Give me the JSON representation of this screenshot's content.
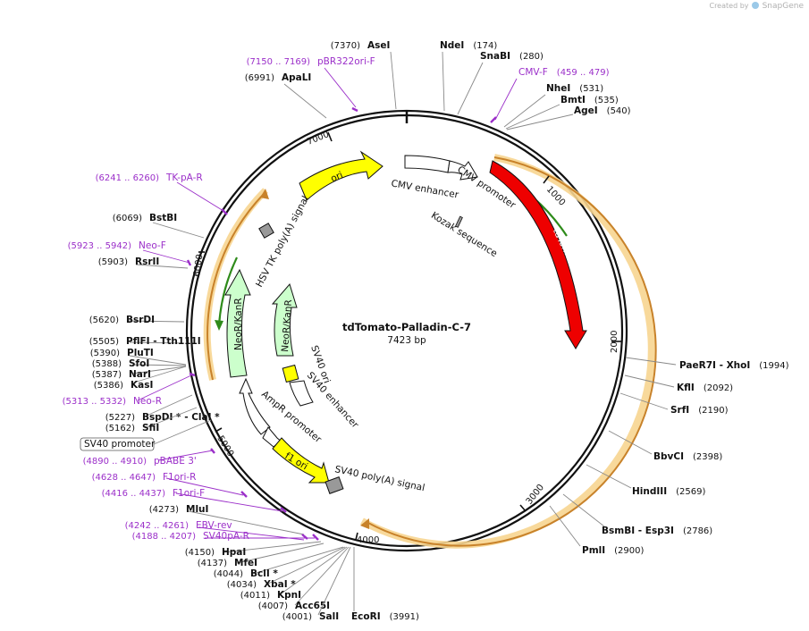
{
  "watermark": {
    "prefix": "Created by",
    "brand": "SnapGene"
  },
  "plasmid": {
    "name": "tdTomato-Palladin-C-7",
    "length_label": "7423 bp"
  },
  "ticks": [
    {
      "label": "1000"
    },
    {
      "label": "2000"
    },
    {
      "label": "3000"
    },
    {
      "label": "4000"
    },
    {
      "label": "5000"
    },
    {
      "label": "6000"
    },
    {
      "label": "7000"
    }
  ],
  "sites": [
    {
      "name": "AseI",
      "pos": "(7370)"
    },
    {
      "name": "NdeI",
      "pos": "(174)"
    },
    {
      "name": "SnaBI",
      "pos": "(280)"
    },
    {
      "name": "CMV-F",
      "pos": "(459 .. 479)"
    },
    {
      "name": "NheI",
      "pos": "(531)"
    },
    {
      "name": "BmtI",
      "pos": "(535)"
    },
    {
      "name": "AgeI",
      "pos": "(540)"
    },
    {
      "name": "pBR322ori-F",
      "pos": "(7150 .. 7169)"
    },
    {
      "name": "ApaLI",
      "pos": "(6991)"
    },
    {
      "name": "TK-pA-R",
      "pos": "(6241 .. 6260)"
    },
    {
      "name": "BstBI",
      "pos": "(6069)"
    },
    {
      "name": "Neo-F",
      "pos": "(5923 .. 5942)"
    },
    {
      "name": "RsrII",
      "pos": "(5903)"
    },
    {
      "name": "BsrDI",
      "pos": "(5620)"
    },
    {
      "name": "PflFI - Tth111I",
      "pos": "(5505)"
    },
    {
      "name": "PluTI",
      "pos": "(5390)"
    },
    {
      "name": "SfoI",
      "pos": "(5388)"
    },
    {
      "name": "NarI",
      "pos": "(5387)"
    },
    {
      "name": "KasI",
      "pos": "(5386)"
    },
    {
      "name": "Neo-R",
      "pos": "(5313 .. 5332)"
    },
    {
      "name": "BspDI * - ClaI *",
      "pos": "(5227)"
    },
    {
      "name": "SfiI",
      "pos": "(5162)"
    },
    {
      "name": "SV40 promoter",
      "pos": ""
    },
    {
      "name": "pBABE 3'",
      "pos": "(4890 .. 4910)"
    },
    {
      "name": "F1ori-R",
      "pos": "(4628 .. 4647)"
    },
    {
      "name": "F1ori-F",
      "pos": "(4416 .. 4437)"
    },
    {
      "name": "MluI",
      "pos": "(4273)"
    },
    {
      "name": "EBV-rev",
      "pos": "(4242 .. 4261)"
    },
    {
      "name": "SV40pA-R",
      "pos": "(4188 .. 4207)"
    },
    {
      "name": "HpaI",
      "pos": "(4150)"
    },
    {
      "name": "MfeI",
      "pos": "(4137)"
    },
    {
      "name": "BclI *",
      "pos": "(4044)"
    },
    {
      "name": "XbaI *",
      "pos": "(4034)"
    },
    {
      "name": "KpnI",
      "pos": "(4011)"
    },
    {
      "name": "Acc65I",
      "pos": "(4007)"
    },
    {
      "name": "SalI",
      "pos": "(4001)"
    },
    {
      "name": "EcoRI",
      "pos": "(3991)"
    },
    {
      "name": "PaeR7I - XhoI",
      "pos": "(1994)"
    },
    {
      "name": "KflI",
      "pos": "(2092)"
    },
    {
      "name": "SrfI",
      "pos": "(2190)"
    },
    {
      "name": "BbvCI",
      "pos": "(2398)"
    },
    {
      "name": "HindIII",
      "pos": "(2569)"
    },
    {
      "name": "BsmBI - Esp3I",
      "pos": "(2786)"
    },
    {
      "name": "PmlI",
      "pos": "(2900)"
    }
  ],
  "features": [
    {
      "name": "ori"
    },
    {
      "name": "CMV enhancer"
    },
    {
      "name": "CMV promoter"
    },
    {
      "name": "tdTomato"
    },
    {
      "name": "Kozak sequence"
    },
    {
      "name": "HSV TK poly(A) signal"
    },
    {
      "name": "NeoR/KanR"
    },
    {
      "name": "NeoR/KanR"
    },
    {
      "name": "SV40 ori"
    },
    {
      "name": "SV40 enhancer"
    },
    {
      "name": "AmpR promoter"
    },
    {
      "name": "f1 ori"
    },
    {
      "name": "SV40 poly(A) signal"
    }
  ],
  "colors": {
    "backbone": "#111111",
    "primer": "#9b2fc9",
    "tdtomato": "#ee0000",
    "ori": "#ffff00",
    "neo": "#ccffcc",
    "promoter": "#ffffff",
    "polyA": "#999999",
    "orf_highlight": "#f7d590",
    "orf_arrow": "#c8822a",
    "primer_arrow": "#2e8b1a"
  }
}
